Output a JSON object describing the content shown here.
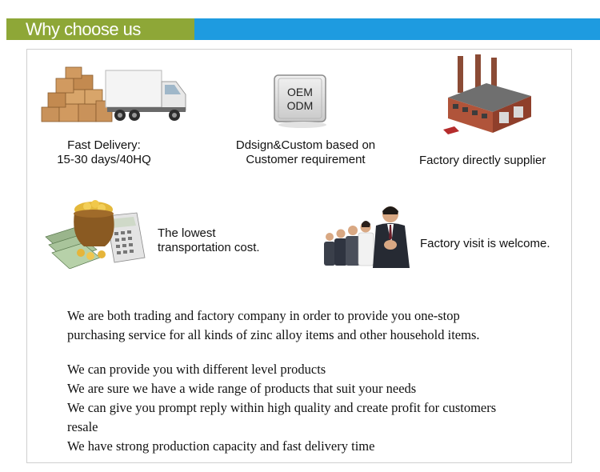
{
  "header": {
    "title": "Why choose us"
  },
  "features": {
    "delivery": {
      "line1": "Fast Delivery:",
      "line2": "15-30 days/40HQ"
    },
    "design": {
      "line1": "Ddsign&Custom based on",
      "line2": "Customer requirement",
      "badge_top": "OEM",
      "badge_bottom": "ODM"
    },
    "factory": {
      "label": "Factory directly supplier"
    },
    "cost": {
      "line1": "The lowest",
      "line2": "transportation cost."
    },
    "visit": {
      "label": "Factory visit is welcome."
    }
  },
  "intro": {
    "line1": "We are both trading and factory company in order to provide you one-stop",
    "line2": "purchasing service for all kinds of zinc alloy items and other household items."
  },
  "bullets": {
    "b1": "We can provide you with different level products",
    "b2": "We are sure we have a wide range of products that suit your needs",
    "b3a": "We can give you prompt reply within high quality and create profit for customers",
    "b3b": "resale",
    "b4": "We have strong production capacity and fast delivery time"
  },
  "colors": {
    "header_blue": "#1e9be0",
    "header_green": "#8ea737"
  }
}
